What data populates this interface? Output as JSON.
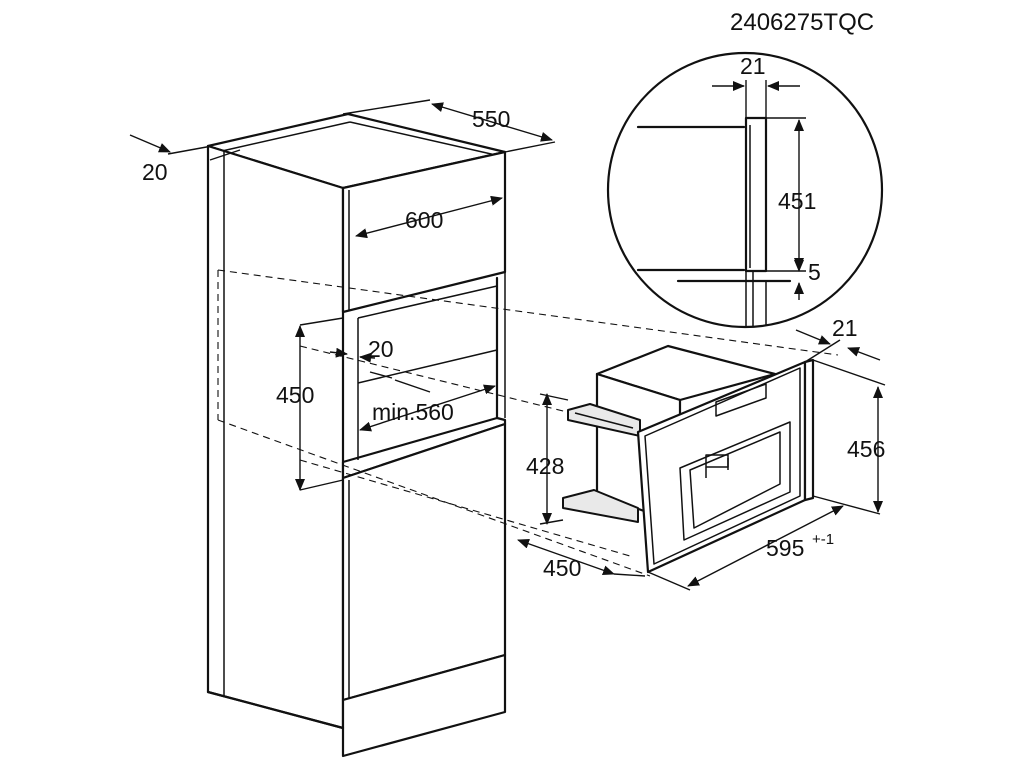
{
  "drawing_code": "2406275TQC",
  "cabinet_dimensions": {
    "top_depth": "550",
    "side_offset": "20",
    "top_width": "600",
    "niche_height": "450",
    "niche_inset": "20",
    "niche_min_width": "min.560"
  },
  "appliance_dimensions": {
    "body_height": "428",
    "front_height": "456",
    "body_depth": "450",
    "front_width": "595",
    "front_width_tolerance": "+-1",
    "front_thickness": "21"
  },
  "detail_dimensions": {
    "panel_thickness": "21",
    "panel_height": "451",
    "gap": "5"
  }
}
